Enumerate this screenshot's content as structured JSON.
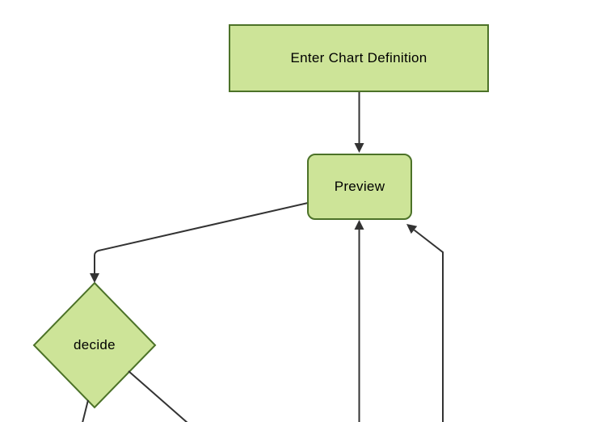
{
  "diagram": {
    "type": "flowchart",
    "direction": "top-down",
    "nodes": [
      {
        "id": "A",
        "label": "Enter Chart Definition",
        "shape": "rectangle"
      },
      {
        "id": "B",
        "label": "Preview",
        "shape": "rounded-rectangle"
      },
      {
        "id": "C",
        "label": "decide",
        "shape": "diamond"
      }
    ],
    "edges": [
      {
        "from": "A",
        "to": "B",
        "arrowhead": true
      },
      {
        "from": "B",
        "to": "C",
        "arrowhead": true
      },
      {
        "from": "offscreen-bottom",
        "to": "B",
        "arrowhead": true
      },
      {
        "from": "offscreen-bottom-right",
        "to": "B",
        "arrowhead": true
      },
      {
        "from": "C",
        "to": "offscreen-bottom-left",
        "arrowhead": false
      },
      {
        "from": "C",
        "to": "offscreen-bottom-right",
        "arrowhead": false
      }
    ]
  },
  "colors": {
    "background": "#ffffff",
    "node_fill": "#cde498",
    "node_border": "#4c7228",
    "edge": "#333333",
    "text": "#000000"
  }
}
